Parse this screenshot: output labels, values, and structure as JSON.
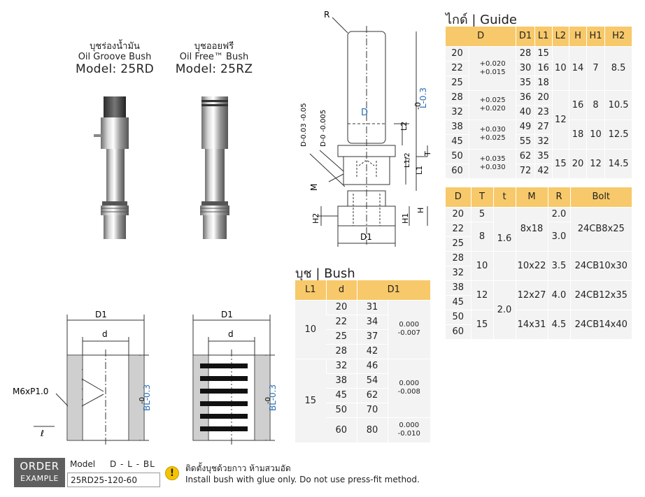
{
  "products": {
    "left": {
      "thai": "บุชร่องน้ำมัน",
      "english": "Oil Groove Bush",
      "model": "Model: 25RD"
    },
    "right": {
      "thai": "บุชออยฟรี",
      "english": "Oil Free™ Bush",
      "model": "Model: 25RZ"
    }
  },
  "guide_drawing": {
    "R": "R",
    "D": "D",
    "L_tol_upper": "-0",
    "L_tol": "L-0.3",
    "L2": "L2",
    "D_tol1": "D-0.03\n-0.05",
    "D_tol2": "D-0\n-0.005",
    "T": "T",
    "L1_2": "L1/2",
    "L1": "L1",
    "M": "M",
    "H2": "H2",
    "H1": "H1",
    "H": "H",
    "D1": "D1"
  },
  "bush_drawing": {
    "D1": "D1",
    "d": "d",
    "M6": "M6xP1.0",
    "ell": "ℓ",
    "BL_upper": "-0",
    "BL": "BL-0.3"
  },
  "guide": {
    "title": "ไกด์ | Guide",
    "headers": [
      "D",
      "D1",
      "L1",
      "L2",
      "H",
      "H1",
      "H2"
    ],
    "rows": [
      {
        "D": "20",
        "D1": "28",
        "L1": "15"
      },
      {
        "D": "22",
        "D1": "30",
        "L1": "16"
      },
      {
        "D": "25",
        "D1": "35",
        "L1": "18"
      },
      {
        "D": "28",
        "D1": "36",
        "L1": "20"
      },
      {
        "D": "32",
        "D1": "40",
        "L1": "23"
      },
      {
        "D": "38",
        "D1": "49",
        "L1": "27"
      },
      {
        "D": "45",
        "D1": "55",
        "L1": "32"
      },
      {
        "D": "50",
        "D1": "62",
        "L1": "35"
      },
      {
        "D": "60",
        "D1": "72",
        "L1": "42"
      }
    ],
    "tol": [
      {
        "upper": "+0.020",
        "lower": "+0.015"
      },
      {
        "upper": "+0.025",
        "lower": "+0.020"
      },
      {
        "upper": "+0.030",
        "lower": "+0.025"
      },
      {
        "upper": "+0.035",
        "lower": "+0.030"
      }
    ],
    "L2": [
      "10",
      "12",
      "15"
    ],
    "H": [
      "14",
      "16",
      "18",
      "20"
    ],
    "H1": [
      "7",
      "8",
      "10",
      "12"
    ],
    "H2": [
      "8.5",
      "10.5",
      "12.5",
      "14.5"
    ]
  },
  "guide2": {
    "headers": [
      "D",
      "T",
      "t",
      "M",
      "R",
      "Bolt"
    ],
    "D": [
      "20",
      "22",
      "25",
      "28",
      "32",
      "38",
      "45",
      "50",
      "60"
    ],
    "T": [
      "5",
      "8",
      "10",
      "12",
      "15"
    ],
    "t": [
      "1.6",
      "2.0"
    ],
    "M": [
      "8x18",
      "10x22",
      "12x27",
      "14x31"
    ],
    "R": [
      "2.0",
      "3.0",
      "3.5",
      "4.0",
      "4.5"
    ],
    "Bolt": [
      "24CB8x25",
      "24CB10x30",
      "24CB12x35",
      "24CB14x40"
    ]
  },
  "bush": {
    "title": "บุช | Bush",
    "headers": [
      "L1",
      "d",
      "D1"
    ],
    "L1": [
      "10",
      "15"
    ],
    "rows": [
      {
        "d": "20",
        "D1": "31"
      },
      {
        "d": "22",
        "D1": "34"
      },
      {
        "d": "25",
        "D1": "37"
      },
      {
        "d": "28",
        "D1": "42"
      },
      {
        "d": "32",
        "D1": "46"
      },
      {
        "d": "38",
        "D1": "54"
      },
      {
        "d": "45",
        "D1": "62"
      },
      {
        "d": "50",
        "D1": "70"
      },
      {
        "d": "60",
        "D1": "80"
      }
    ],
    "tol": [
      {
        "upper": "0.000",
        "lower": "-0.007"
      },
      {
        "upper": "0.000",
        "lower": "-0.008"
      },
      {
        "upper": "0.000",
        "lower": "-0.010"
      }
    ]
  },
  "order": {
    "label1": "ORDER",
    "label2": "EXAMPLE",
    "model_label": "Model",
    "format": "D - L - BL",
    "example": "25RD25-120-60"
  },
  "note": {
    "icon": "warning-icon",
    "thai": "ติดตั้งบุชด้วยกาว ห้ามสวมอัด",
    "english": "Install bush with glue only. Do not use press-fit method."
  },
  "colors": {
    "header": "#f7c96a",
    "cell": "#f3f3f3",
    "dim_blue": "#2a6db5",
    "order_box": "#5f5f5f"
  }
}
